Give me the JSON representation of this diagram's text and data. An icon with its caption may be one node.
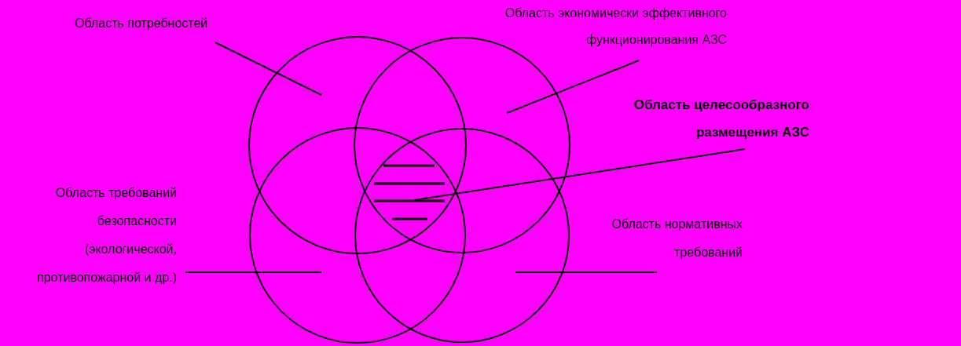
{
  "diagram": {
    "nodes": [
      {
        "text": [
          "Область потребностей"
        ]
      },
      {
        "text": [
          "Область экономически эффективного функционирования АЗС"
        ]
      },
      {
        "text": [
          "Область целесообразного размещения АЗС"
        ]
      },
      {
        "text": [
          "Область требований безопасности (экологической, противопожарной и др.)"
        ]
      },
      {
        "text": [
          "Область нормативных требований"
        ]
      },
      {
        "text": [],
        "shape": "circle"
      },
      {
        "text": [],
        "shape": "circle"
      },
      {
        "text": [],
        "shape": "circle"
      },
      {
        "text": [],
        "shape": "circle"
      },
      {
        "text": [],
        "shape": "hatching"
      }
    ],
    "edges": [
      {
        "from": 0,
        "to": 5,
        "arrow": "none"
      },
      {
        "from": 1,
        "to": 6,
        "arrow": "none"
      },
      {
        "from": 2,
        "to": 9,
        "arrow": "none"
      },
      {
        "from": 3,
        "to": 7,
        "arrow": "none"
      },
      {
        "from": 4,
        "to": 8,
        "arrow": "none"
      }
    ]
  }
}
